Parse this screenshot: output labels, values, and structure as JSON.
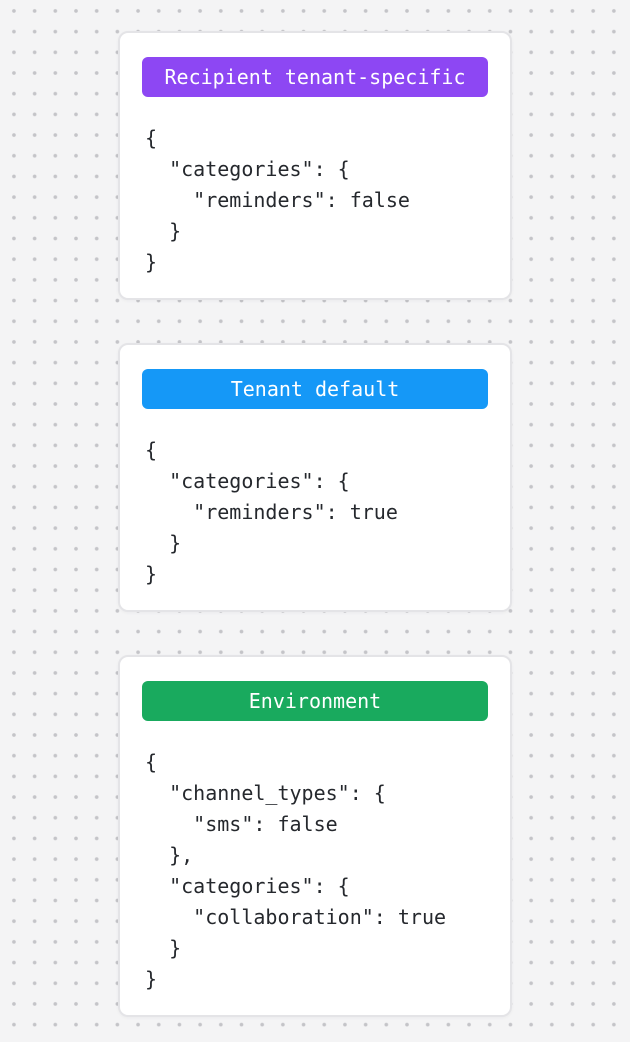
{
  "cards": [
    {
      "label": "Recipient tenant-specific",
      "badge_color": "#8d47f3",
      "code": "{\n  \"categories\": {\n    \"reminders\": false\n  }\n}"
    },
    {
      "label": "Tenant default",
      "badge_color": "#1598f7",
      "code": "{\n  \"categories\": {\n    \"reminders\": true\n  }\n}"
    },
    {
      "label": "Environment",
      "badge_color": "#19aa5e",
      "code": "{\n  \"channel_types\": {\n    \"sms\": false\n  },\n  \"categories\": {\n    \"collaboration\": true\n  }\n}"
    }
  ],
  "colors": {
    "canvas_background": "#f4f4f5",
    "canvas_dot": "#c4c4c8",
    "card_background": "#ffffff",
    "card_border": "#e4e4e7",
    "code_text": "#25282d",
    "badge_text": "#ffffff"
  }
}
